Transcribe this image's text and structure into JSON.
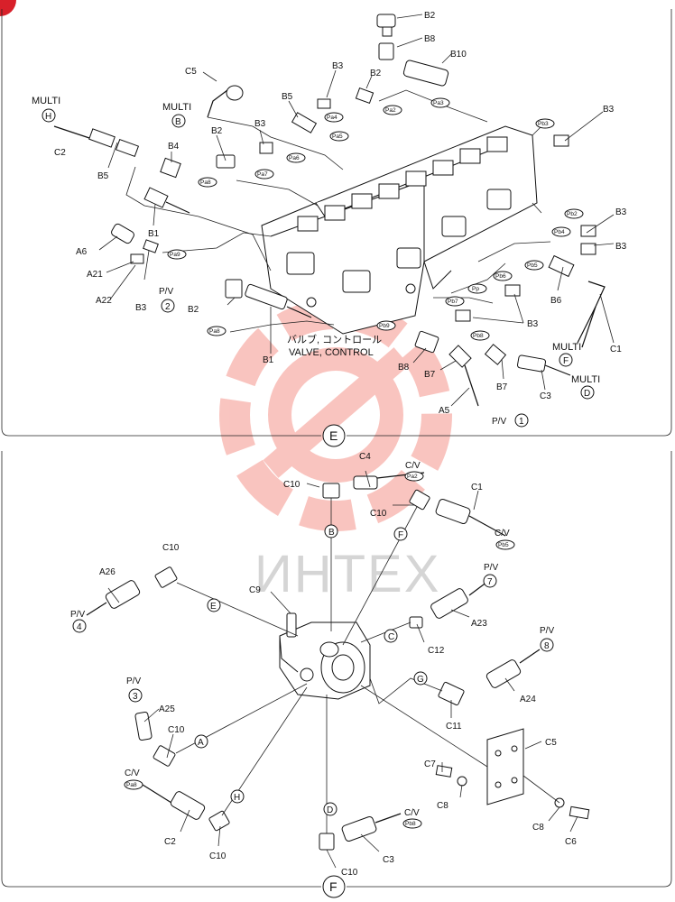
{
  "section_e": {
    "id": "E",
    "caption_jp": "バルブ, コントロール",
    "caption_en": "VALVE, CONTROL",
    "labels": {
      "B2a": "B2",
      "B8a": "B8",
      "B10": "B10",
      "C5": "C5",
      "B3a": "B3",
      "B2b": "B2",
      "MULTI_B": "MULTI",
      "B5a": "B5",
      "MULTI_H": "MULTI",
      "C2": "C2",
      "B5b": "B5",
      "B4": "B4",
      "B2c": "B2",
      "B3b": "B3",
      "B3c": "B3",
      "B1a": "B1",
      "A6": "A6",
      "A21": "A21",
      "A22": "A22",
      "B3d": "B3",
      "PV2": "P/V",
      "B2d": "B2",
      "B1b": "B1",
      "B8b": "B8",
      "B7a": "B7",
      "A5": "A5",
      "PV1": "P/V",
      "B7b": "B7",
      "C3": "C3",
      "MULTI_D": "MULTI",
      "MULTI_F": "MULTI",
      "C1": "C1",
      "B6": "B6",
      "B3e": "B3",
      "B3f": "B3",
      "B3g": "B3",
      "B3h": "B3"
    },
    "circles": {
      "H": "H",
      "B": "B",
      "F": "F",
      "D": "D",
      "two": "2",
      "one": "1"
    },
    "ports": {
      "Pa4": "Pa4",
      "Pa2": "Pa2",
      "Pa3": "Pa3",
      "Pa5": "Pa5",
      "Pb3": "Pb3",
      "Pa6": "Pa6",
      "Pa7": "Pa7",
      "Pa8a": "Pa8",
      "Pa9": "Pa9",
      "Pa8b": "Pa8",
      "Pb2": "Pb2",
      "Pb4": "Pb4",
      "Pb5": "Pb5",
      "Pb6": "Pb6",
      "Pp": "Pp",
      "Pb7": "Pb7",
      "Pb8": "Pb8",
      "Pb9": "Pb9"
    }
  },
  "section_f": {
    "id": "F",
    "labels": {
      "C4": "C4",
      "CV1": "C/V",
      "C10a": "C10",
      "C1": "C1",
      "C10b": "C10",
      "CV2": "C/V",
      "C10c": "C10",
      "A26": "A26",
      "PV4": "P/V",
      "PV7": "P/V",
      "C9": "C9",
      "A23": "A23",
      "C12": "C12",
      "PV8": "P/V",
      "A24": "A24",
      "PV3": "P/V",
      "A25": "A25",
      "C10d": "C10",
      "C11": "C11",
      "C5": "C5",
      "CV3": "C/V",
      "C7": "C7",
      "C8a": "C8",
      "C2": "C2",
      "C10e": "C10",
      "CV4": "C/V",
      "C3": "C3",
      "C10f": "C10",
      "C8b": "C8",
      "C6": "C6"
    },
    "circles": {
      "B": "B",
      "F": "F",
      "E": "E",
      "C": "C",
      "G": "G",
      "A": "A",
      "H": "H",
      "D": "D",
      "four": "4",
      "seven": "7",
      "eight": "8",
      "three": "3"
    },
    "ports": {
      "Pa2": "Pa2",
      "Pb5": "Pb5",
      "Pa8": "Pa8",
      "Pb8": "Pb8"
    }
  },
  "watermark": "ИНТЕХ",
  "colors": {
    "watermark_red": "#ef5a4a",
    "line": "#111111",
    "corner_red": "#d8202a"
  }
}
